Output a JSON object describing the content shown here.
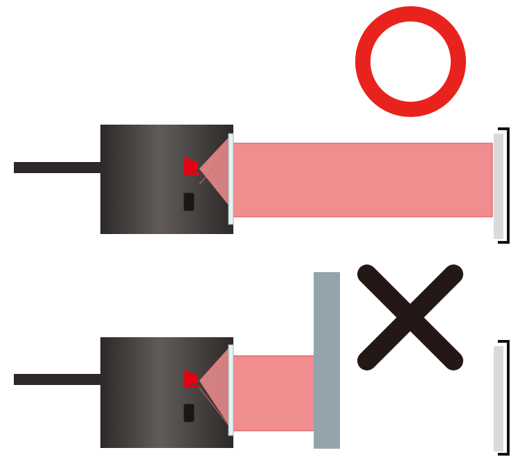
{
  "diagram": {
    "top_scenario": {
      "result_symbol": "circle",
      "result_meaning": "detected",
      "beam_reaches": "reflector"
    },
    "bottom_scenario": {
      "result_symbol": "cross",
      "result_meaning": "not-detected",
      "beam_reaches": "obstacle"
    }
  },
  "colors": {
    "ok_mark": "#e8231d",
    "ng_mark": "#231815",
    "beam": "#f08d8e",
    "beam_edge": "#e46a70",
    "obstacle": "#94a4ad",
    "reflector": "#d9dadb",
    "sensor_body_dark": "#2c2928",
    "sensor_body_light": "#615c5a",
    "emitter_led": "#e60012"
  }
}
